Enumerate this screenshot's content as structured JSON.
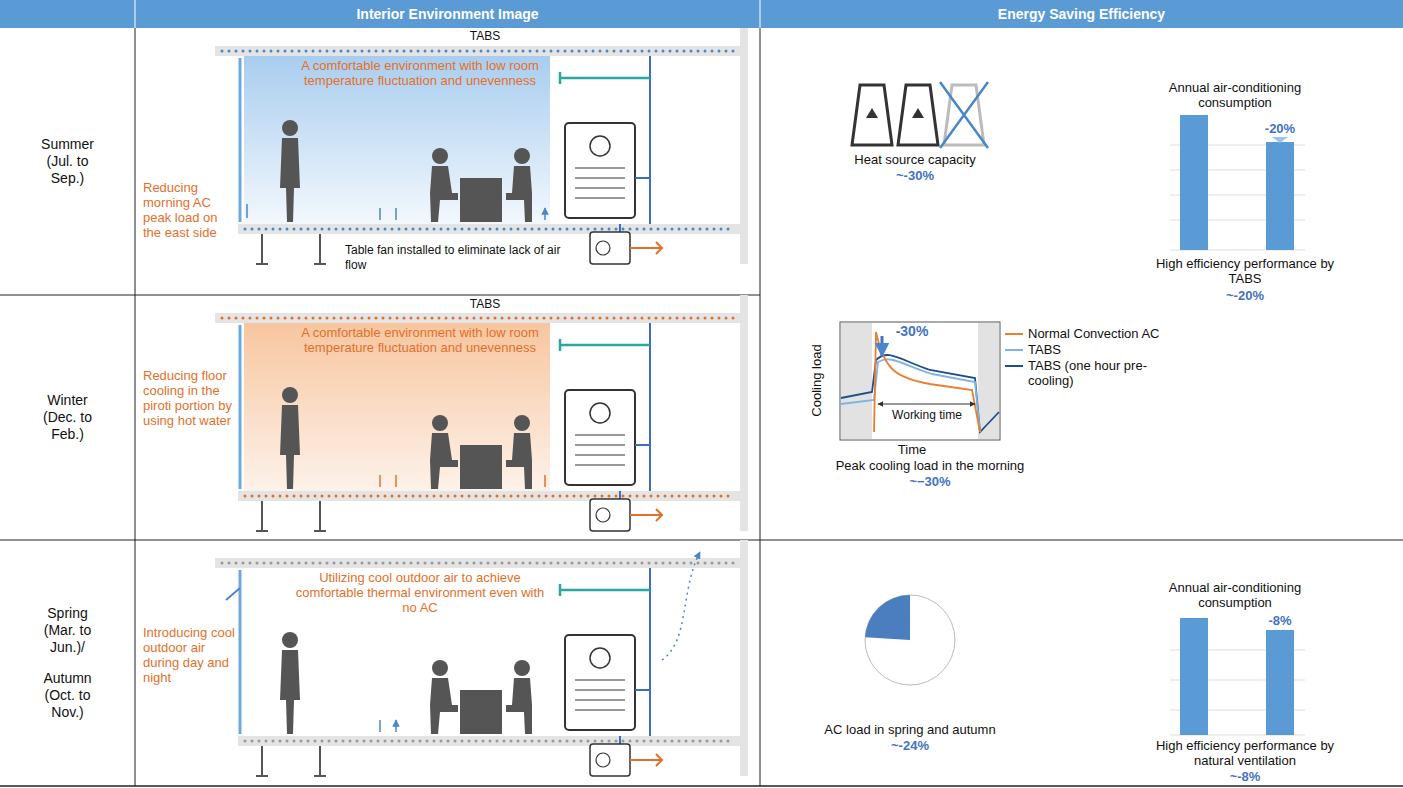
{
  "diagram": {
    "nodes": [
      {
        "text": [
          "Interior Environment Image"
        ]
      },
      {
        "text": [
          "Energy Saving Efficiency"
        ]
      },
      {
        "text": [
          "Summer (Jul. to Sep.)"
        ]
      },
      {
        "text": [
          "Winter (Dec. to Feb.)"
        ]
      },
      {
        "text": [
          "Spring (Mar. to Jun.)/",
          "Autumn (Oct. to Nov.)"
        ]
      }
    ],
    "labels": [
      "TABS",
      "A comfortable environment with low room temperature fluctuation and unevenness",
      "Reducing morning AC peak load on the east side",
      "Table fan installed to eliminate lack of air flow",
      "TABS",
      "A comfortable environment with low room temperature fluctuation and unevenness",
      "Reducing floor cooling in the piroti portion by using hot water",
      "Utilizing cool outdoor air to achieve comfortable thermal environment even with no AC",
      "Introducing cool outdoor air during day and night",
      "Heat source capacity",
      "~-30%",
      "Annual air-conditioning consumption",
      "-20%",
      "High efficiency performance by TABS",
      "~-20%",
      "Cooling load",
      "-30%",
      "Working time",
      "Time",
      "Peak cooling load in the morning",
      "~−30%",
      "AC load in spring and autumn",
      "~-24%",
      "Annual air-conditioning consumption",
      "-8%",
      "High efficiency performance by natural ventilation",
      "~-8%"
    ],
    "legend": [
      {
        "text": "Normal Convection AC"
      },
      {
        "text": "TABS"
      },
      {
        "text": "TABS (one hour pre-cooling)"
      }
    ]
  }
}
